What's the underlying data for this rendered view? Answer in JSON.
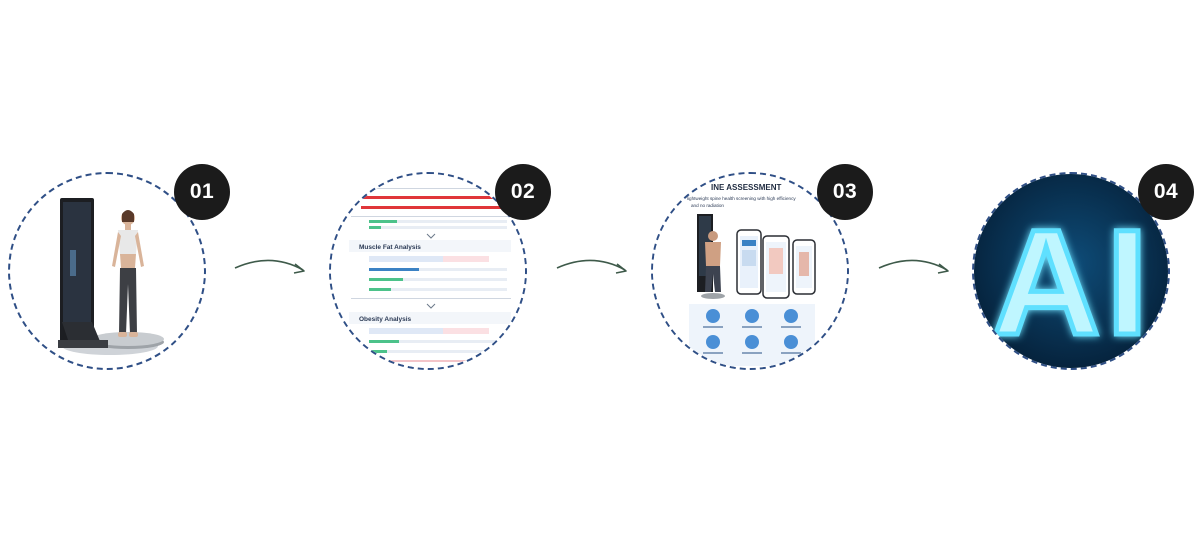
{
  "steps": [
    {
      "number": "01",
      "image": "device-person-icon"
    },
    {
      "number": "02",
      "image": "report-screenshot-icon",
      "report": {
        "section_muscle": "Muscle Fat Analysis",
        "section_obesity": "Obesity Analysis"
      }
    },
    {
      "number": "03",
      "image": "spine-assessment-icon",
      "assessment": {
        "title": "INE ASSESSMENT",
        "subtitle_1": "lightweight spine health screening with high efficiency",
        "subtitle_2": "and no radiation"
      }
    },
    {
      "number": "04",
      "image": "ai-logo-icon",
      "ai_text": "AI"
    }
  ],
  "colors": {
    "dash_border": "#2f4f86",
    "badge_bg": "#1b1b1b",
    "arrow": "#3e5a4a",
    "ai_glow": "#5fe0ff",
    "ai_bg": "#062a4a"
  }
}
